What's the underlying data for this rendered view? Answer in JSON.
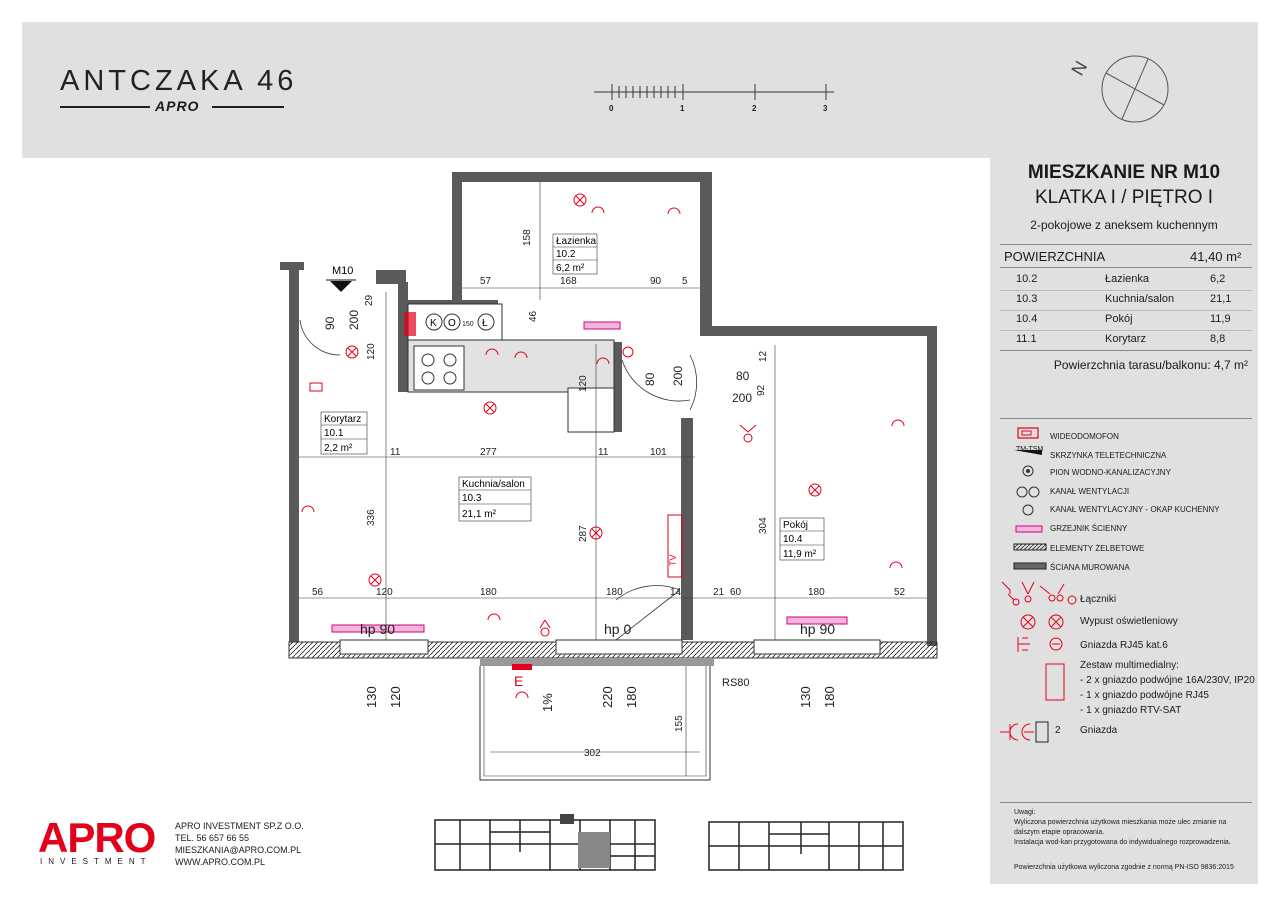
{
  "header": {
    "project_name": "ANTCZAKA 46",
    "brand": "APRO",
    "scale_labels": [
      "0",
      "1",
      "2",
      "3"
    ],
    "north_label": "N"
  },
  "apartment": {
    "title": "MIESZKANIE NR M10",
    "subtitle": "KLATKA I / PIĘTRO I",
    "type": "2-pokojowe z aneksem kuchennym",
    "area_label": "POWIERZCHNIA",
    "area_total": "41,40 m²",
    "rooms": [
      {
        "id": "10.2",
        "name": "Łazienka",
        "area": "6,2"
      },
      {
        "id": "10.3",
        "name": "Kuchnia/salon",
        "area": "21,1"
      },
      {
        "id": "10.4",
        "name": "Pokój",
        "area": "11,9"
      },
      {
        "id": "11.1",
        "name": "Korytarz",
        "area": "8,8"
      }
    ],
    "terrace": "Powierzchnia tarasu/balkonu: 4,7 m²"
  },
  "legend": {
    "items": [
      "WIDEODOMOFON",
      "SKRZYNKA TELETECHNICZNA",
      "PION WODNO-KANALIZACYJNY",
      "KANAŁ WENTYLACJI",
      "KANAŁ WENTYLACYJNY - OKAP KUCHENNY",
      "GRZEJNIK ŚCIENNY",
      "ELEMENTY ŻELBETOWE",
      "ŚCIANA MUROWANA"
    ],
    "tm_label": "TM-TSM",
    "switches": "Łączniki",
    "light": "Wypust oświetleniowy",
    "rj45": "Gniazda RJ45 kat.6",
    "multimedia_title": "Zestaw multimedialny:",
    "multimedia_items": [
      "- 2 x gniazdo podwójne 16A/230V, IP20",
      "- 1 x gniazdo podwójne RJ45",
      "- 1 x gniazdo RTV-SAT"
    ],
    "sockets": "Gniazda",
    "sockets_num": "2"
  },
  "notes": {
    "title": "Uwagi:",
    "lines": [
      "Wyliczona powierzchnia użytkowa mieszkania może ulec zmianie na",
      "dalszym etapie opracowania.",
      "Instalacja wod-kan przygotowana do indywidualnego rozprowadzenia."
    ],
    "norm": "Powierzchnia użytkowa wyliczona zgodnie z normą PN-ISO 9836:2015"
  },
  "footer": {
    "logo": "APRO",
    "logo_sub": "INVESTMENT",
    "company": "APRO INVESTMENT SP.Z O.O.",
    "phone": "TEL. 56 657 66 55",
    "email": "MIESZKANIA@APRO.COM.PL",
    "web": "WWW.APRO.COM.PL"
  },
  "plan": {
    "apt_marker": "M10",
    "room_labels": {
      "lazienka": {
        "name": "Łazienka",
        "id": "10.2",
        "area": "6,2 m²"
      },
      "korytarz": {
        "name": "Korytarz",
        "id": "10.1",
        "area": "2,2 m²"
      },
      "kuchnia": {
        "name": "Kuchnia/salon",
        "id": "10.3",
        "area": "21,1 m²"
      },
      "pokoj": {
        "name": "Pokój",
        "id": "10.4",
        "area": "11,9 m²"
      }
    },
    "dims": {
      "d158": "158",
      "d168": "168",
      "d90a": "90",
      "d5": "5",
      "d57": "57",
      "d46": "46",
      "d29": "29",
      "d200a": "200",
      "d90b": "90",
      "d120a": "120",
      "d11a": "11",
      "d277": "277",
      "d11b": "11",
      "d101": "101",
      "d336": "336",
      "d287": "287",
      "d304": "304",
      "d56": "56",
      "d120b": "120",
      "d180a": "180",
      "d180b": "180",
      "d14": "14",
      "d21": "21",
      "d60": "60",
      "d180c": "180",
      "d52": "52",
      "d80a": "80",
      "d200b": "200",
      "d80b": "80",
      "d200c": "200",
      "d92": "92",
      "d12": "12",
      "d120c": "120",
      "d150": "150",
      "d130a": "130",
      "d120d": "120",
      "d220": "220",
      "d180d": "180",
      "d130b": "130",
      "d180e": "180",
      "d155": "155",
      "d302": "302",
      "rs80": "RS80",
      "slope": "1%",
      "hp90a": "hp 90",
      "hp0": "hp 0",
      "hp90b": "hp 90"
    },
    "vent": {
      "k": "K",
      "o": "O",
      "l": "Ł"
    },
    "e_label": "E",
    "tv_label": "TV"
  }
}
